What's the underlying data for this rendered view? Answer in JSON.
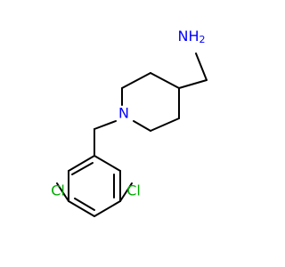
{
  "colors": {
    "bond": "#000000",
    "nitrogen": "#0000ff",
    "chlorine": "#00aa00",
    "background": "#ffffff"
  },
  "atoms": {
    "amine": "NH",
    "amine_subscript": "2",
    "ring_nitrogen": "N",
    "chlorine_left": "Cl",
    "chlorine_right": "Cl"
  }
}
